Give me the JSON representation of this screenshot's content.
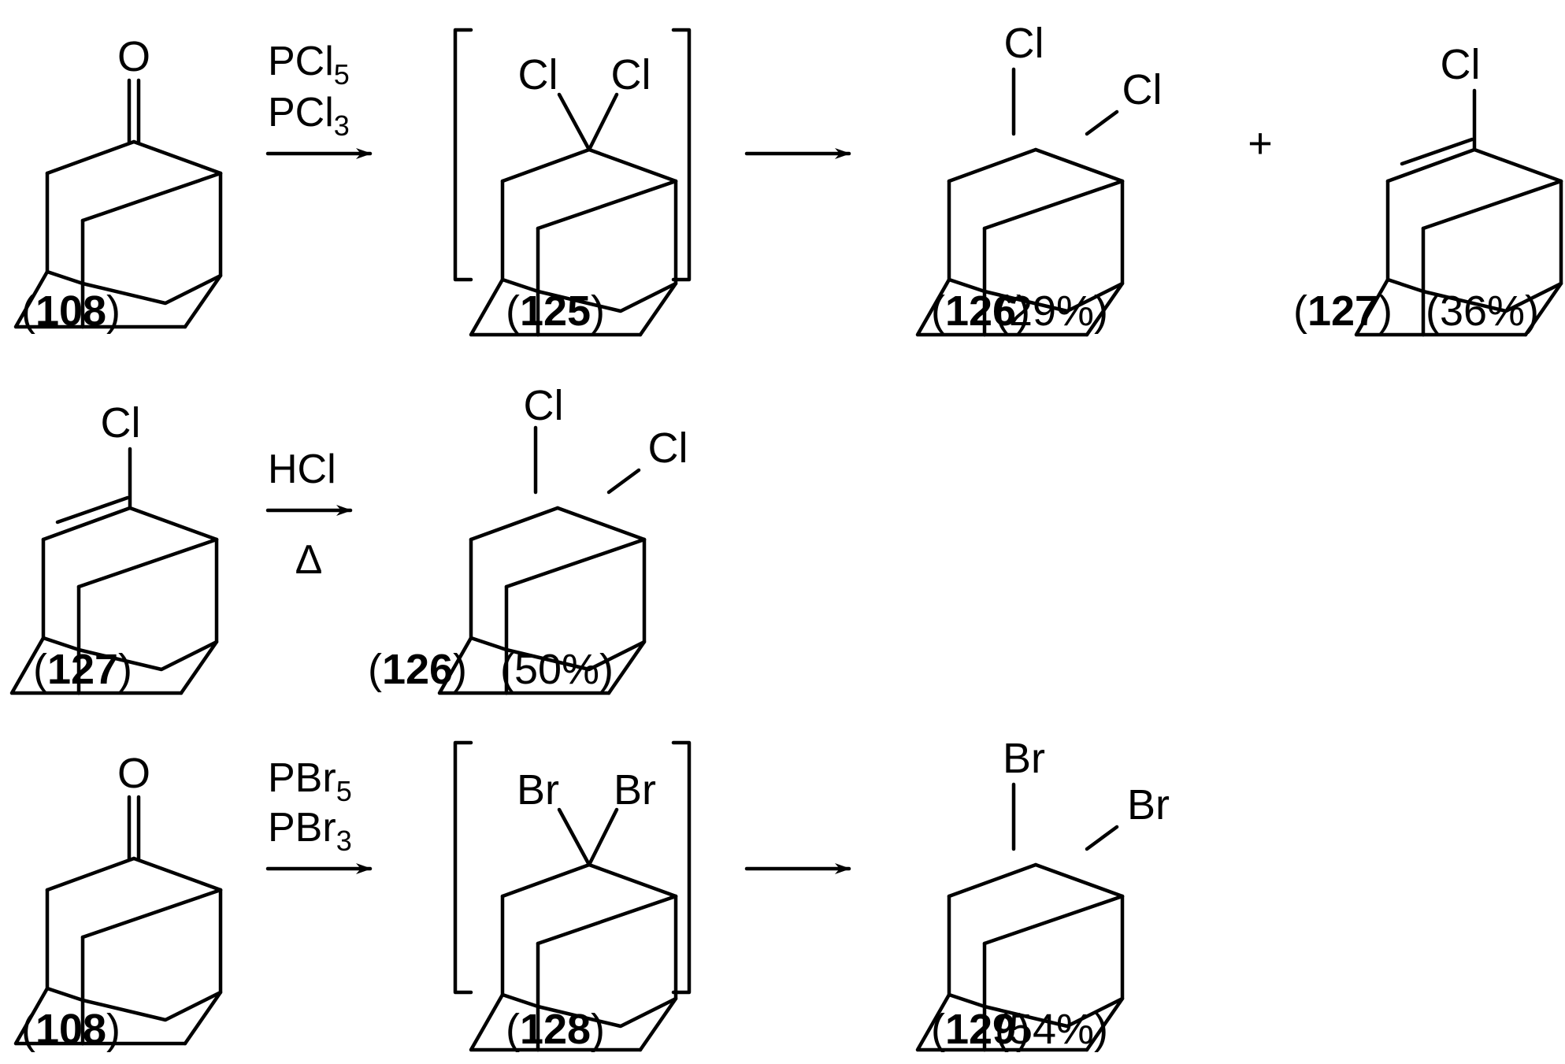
{
  "colors": {
    "ink": "#000000",
    "background": "#ffffff"
  },
  "rows": [
    {
      "reactant": {
        "id": "108",
        "atoms": [
          "O"
        ]
      },
      "reagents": [
        {
          "base": "PCl",
          "sub": "5"
        },
        {
          "base": "PCl",
          "sub": "3"
        }
      ],
      "intermediate": {
        "id": "125",
        "atoms": [
          "Cl",
          "Cl"
        ]
      },
      "product_a": {
        "id": "126",
        "yield": "(29%)",
        "atoms": [
          "Cl",
          "Cl"
        ]
      },
      "plus": "+",
      "product_b": {
        "id": "127",
        "yield": "(36%)",
        "atoms": [
          "Cl"
        ]
      }
    },
    {
      "reactant": {
        "id": "127",
        "atoms": [
          "Cl"
        ]
      },
      "reagent_above": "HCl",
      "reagent_below": "Δ",
      "product": {
        "id": "126",
        "yield": "(50%)",
        "atoms": [
          "Cl",
          "Cl"
        ]
      }
    },
    {
      "reactant": {
        "id": "108",
        "atoms": [
          "O"
        ]
      },
      "reagents": [
        {
          "base": "PBr",
          "sub": "5"
        },
        {
          "base": "PBr",
          "sub": "3"
        }
      ],
      "intermediate": {
        "id": "128",
        "atoms": [
          "Br",
          "Br"
        ]
      },
      "product": {
        "id": "129",
        "yield": "(54%)",
        "atoms": [
          "Br",
          "Br"
        ]
      }
    }
  ]
}
